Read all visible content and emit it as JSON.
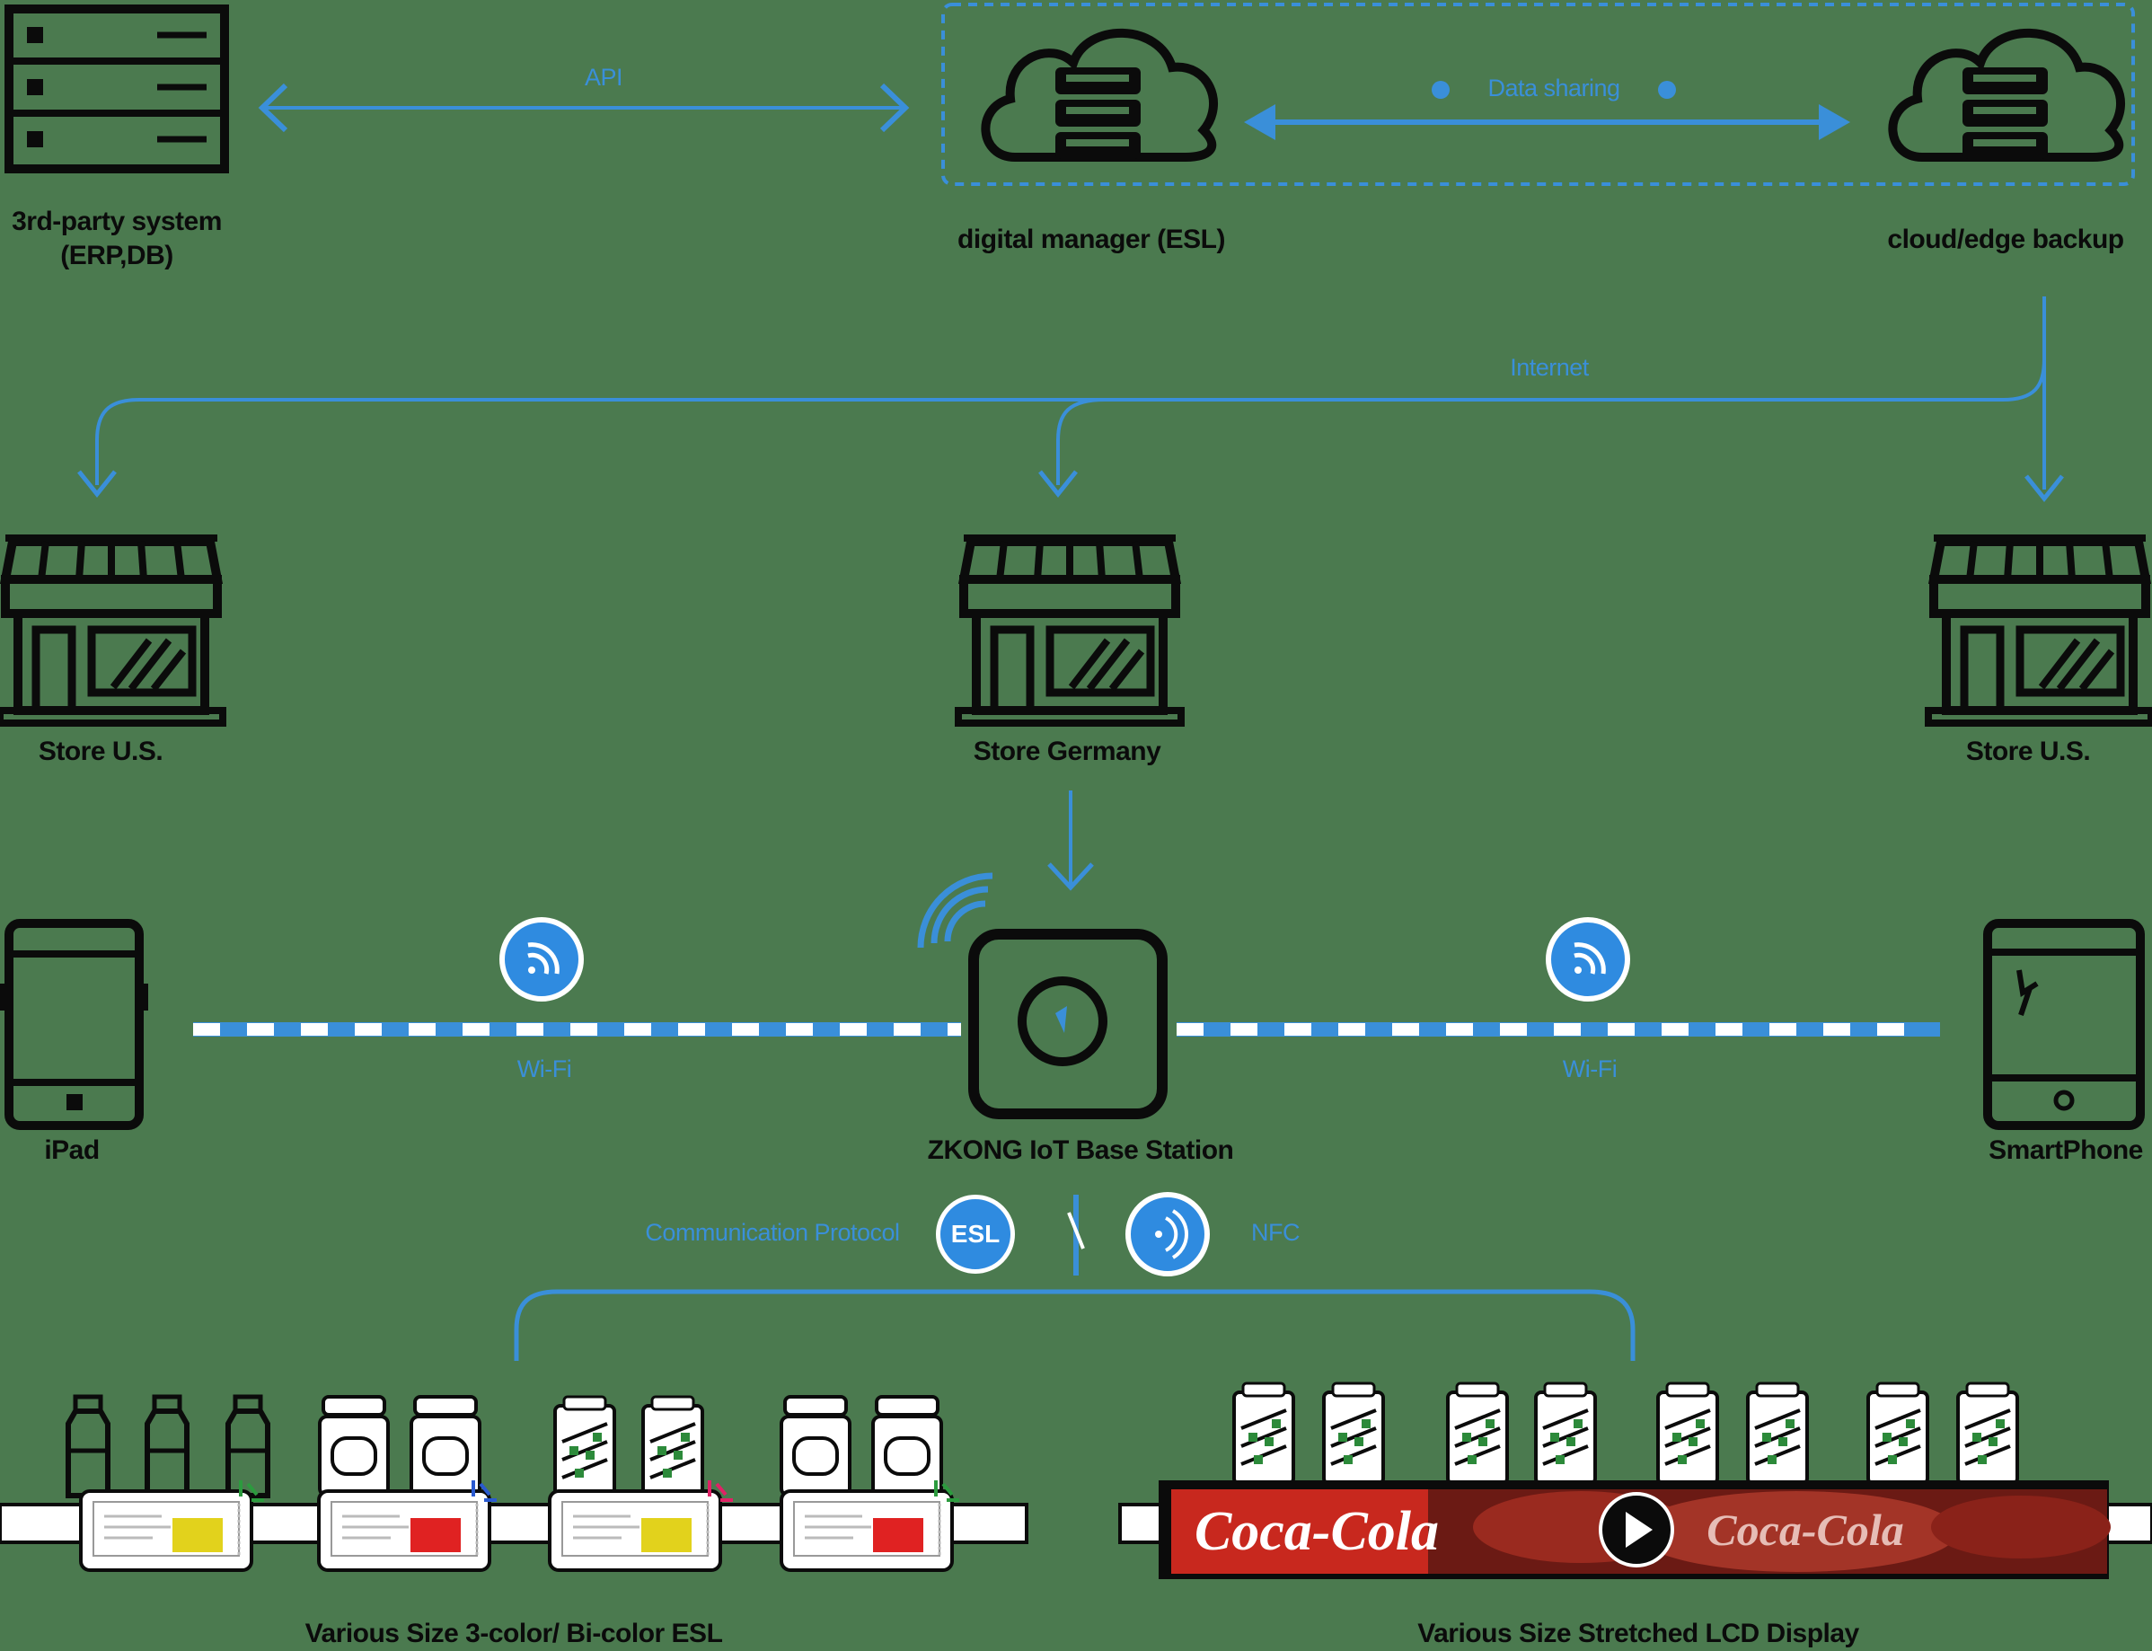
{
  "colors": {
    "background": "#4b7a4f",
    "line": "#3a8fd9",
    "badge": "#2f8be0",
    "ink": "#0b0b0b",
    "coca_cola_red": "#d42a21",
    "esl_yellow": "#e2d21c",
    "esl_red": "#e02222"
  },
  "nodes": {
    "third_party": "3rd-party system\n(ERP,DB)",
    "digital_manager": "digital manager (ESL)",
    "cloud_backup": "cloud/edge backup",
    "store_left": "Store U.S.",
    "store_center": "Store Germany",
    "store_right": "Store U.S.",
    "pad": "iPad",
    "smartphone": "SmartPhone",
    "base_station": "ZKONG IoT Base Station"
  },
  "connections": {
    "api": "API",
    "data_sync": "Data sharing",
    "internet": "Internet",
    "wifi_left": "Wi-Fi",
    "wifi_right": "Wi-Fi",
    "proprietary": "Communication Protocol",
    "nfc": "NFC"
  },
  "badges": {
    "esl": "ESL"
  },
  "bottom": {
    "esl_caption": "Various Size 3-color/ Bi-color ESL",
    "lcd_caption": "Various Size Stretched LCD Display",
    "lcd_brand": "Coca-Cola"
  },
  "icons": [
    "server-icon",
    "cloud-database-icon",
    "store-icon",
    "tablet-icon",
    "smartphone-icon",
    "base-station-icon",
    "wifi-icon",
    "nfc-icon",
    "bottle-icon",
    "jar-icon",
    "can-icon",
    "esl-tag-icon",
    "play-icon"
  ]
}
